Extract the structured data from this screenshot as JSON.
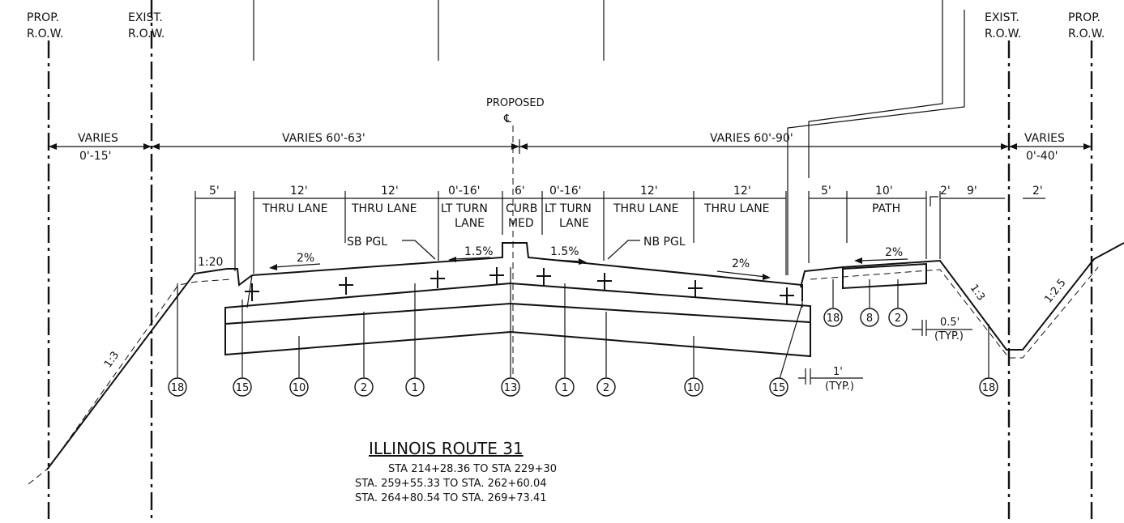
{
  "row_labels": {
    "left_prop": [
      "PROP.",
      "R.O.W."
    ],
    "left_exist": [
      "EXIST.",
      "R.O.W."
    ],
    "right_exist": [
      "EXIST.",
      "R.O.W."
    ],
    "right_prop": [
      "PROP.",
      "R.O.W."
    ]
  },
  "centerline": {
    "label": "PROPOSED",
    "symbol": "℄"
  },
  "overall_dims": {
    "left_varies": [
      "VARIES",
      "0'-15'"
    ],
    "left_main": "VARIES 60'-63'",
    "right_main": "VARIES 60'-90'",
    "right_varies": [
      "VARIES",
      "0'-40'"
    ]
  },
  "lanes": [
    {
      "width": "5'",
      "name": ""
    },
    {
      "width": "12'",
      "name": "THRU LANE"
    },
    {
      "width": "12'",
      "name": "THRU LANE"
    },
    {
      "width": "0'-16'",
      "name": "LT TURN",
      "name2": "LANE"
    },
    {
      "width": "6'",
      "name": "CURB",
      "name2": "MED"
    },
    {
      "width": "0'-16'",
      "name": "LT TURN",
      "name2": "LANE"
    },
    {
      "width": "12'",
      "name": "THRU LANE"
    },
    {
      "width": "12'",
      "name": "THRU LANE"
    },
    {
      "width": "5'",
      "name": ""
    },
    {
      "width": "10'",
      "name": "PATH"
    },
    {
      "width": "2'",
      "name": ""
    },
    {
      "width": "9'",
      "name": ""
    },
    {
      "width": "2'",
      "name": ""
    }
  ],
  "annotations": {
    "sb_pgl": "SB PGL",
    "nb_pgl": "NB PGL",
    "slope_2pct_left": "2%",
    "slope_1_5_left": "1.5%",
    "slope_1_5_right": "1.5%",
    "slope_2pct_right": "2%",
    "slope_path": "2%",
    "ratio_1_20": "1:20",
    "ratio_left_1_3": "1:3",
    "ratio_right_1_3": "1:3",
    "ratio_1_2_5": "1:2.5",
    "typ_05": [
      "0.5'",
      "(TYP.)"
    ],
    "typ_1": [
      "1'",
      "(TYP.)"
    ]
  },
  "callouts": [
    "18",
    "15",
    "10",
    "2",
    "1",
    "13",
    "1",
    "2",
    "10",
    "15",
    "18",
    "8",
    "2",
    "18"
  ],
  "title": "ILLINOIS ROUTE 31",
  "stations": [
    "STA 214+28.36 TO STA 229+30",
    "STA. 259+55.33 TO STA. 262+60.04",
    "STA. 264+80.54 TO STA. 269+73.41"
  ]
}
